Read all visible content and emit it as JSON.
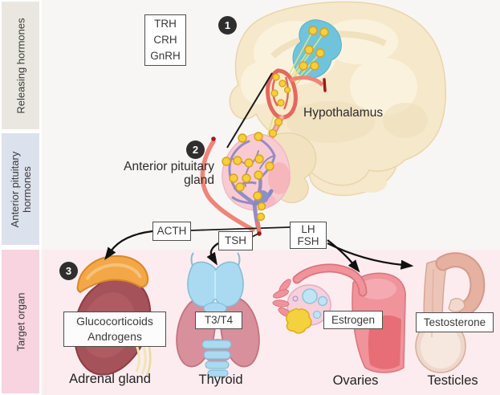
{
  "sidebar": {
    "sections": [
      {
        "label": "Releasing hormones"
      },
      {
        "label": "Anterior pituitary hormones"
      },
      {
        "label": "Target organ"
      }
    ]
  },
  "steps": {
    "one": "1",
    "two": "2",
    "three": "3"
  },
  "releasing_box": {
    "items": [
      "TRH",
      "CRH",
      "GnRH"
    ]
  },
  "labels": {
    "hypothalamus": "Hypothalamus",
    "anterior_pituitary": "Anterior pituitary gland",
    "adrenal": "Adrenal gland",
    "thyroid": "Thyroid",
    "ovaries": "Ovaries",
    "testicles": "Testicles"
  },
  "hormone_boxes": {
    "acth": "ACTH",
    "tsh": "TSH",
    "lh": "LH",
    "fsh": "FSH"
  },
  "product_boxes": {
    "adrenal_line1": "Glucocorticoids",
    "adrenal_line2": "Androgens",
    "thyroid": "T3/T4",
    "ovaries": "Estrogen",
    "testicles": "Testosterone"
  },
  "colors": {
    "step_marker": "#2e2e2e",
    "sidebar_releasing": "#eae7e1",
    "sidebar_anterior_pituitary": "#dce1ee",
    "sidebar_target_organ": "#f8d3e0",
    "canvas_top": "#f8f6f4",
    "canvas_bottom": "#fcecef",
    "brain_beige": "#f6e8ca",
    "hypothalamus_blue": "#6fc4dc",
    "neuron_dot_yellow": "#f6cf3a",
    "vessel_red": "#ef8478",
    "pituitary_pink": "#f8cbd3",
    "portal_purple": "#968bc2",
    "adrenal_body": "#a6525a",
    "adrenal_cap": "#f3a747",
    "thyroid_pink": "#d8909c",
    "cartilage_blue": "#a9daf1",
    "ovary_salmon": "#f0939b",
    "testis_flesh": "#ecc5b8",
    "arrow_black": "#111111"
  }
}
